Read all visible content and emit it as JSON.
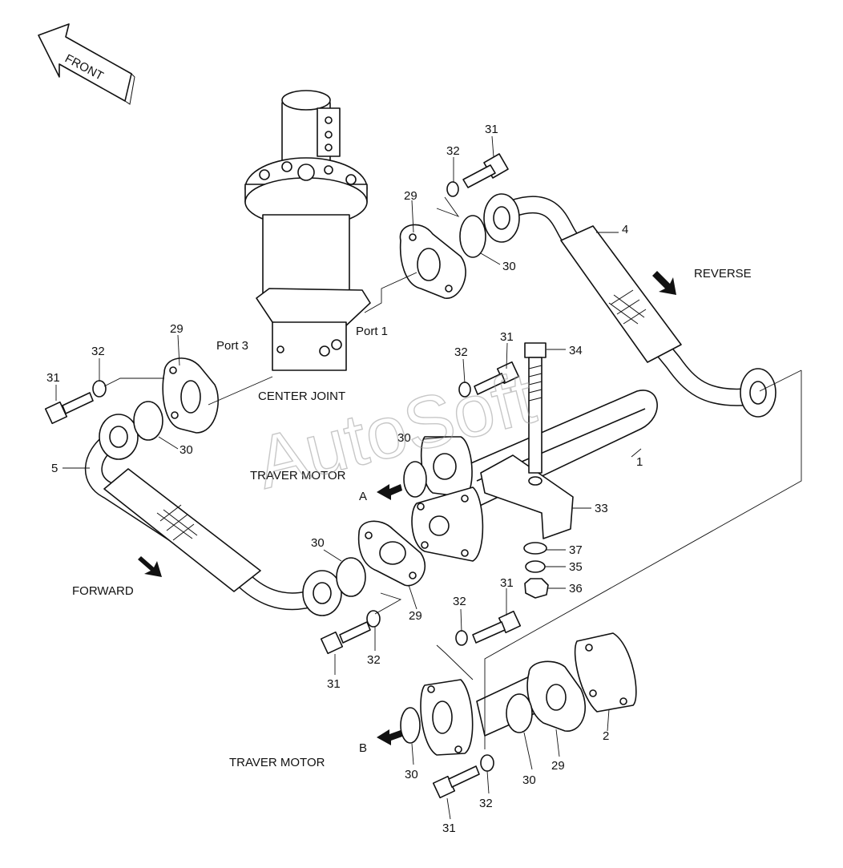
{
  "labels": {
    "front": "FRONT",
    "reverse": "REVERSE",
    "forward": "FORWARD",
    "center_joint": "CENTER JOINT",
    "port1": "Port 1",
    "port3": "Port 3",
    "traver_motor_a": "TRAVER MOTOR",
    "traver_motor_b": "TRAVER MOTOR",
    "a": "A",
    "b": "B"
  },
  "watermark": "AutoSoft",
  "callouts": {
    "c31a": "31",
    "c32a": "32",
    "c29a": "29",
    "c30a": "30",
    "c4": "4",
    "c29b": "29",
    "c32b": "32",
    "c31b": "31",
    "c30b": "30",
    "c5": "5",
    "c31c": "31",
    "c32c": "32",
    "c34": "34",
    "c30c": "30",
    "c1": "1",
    "c33": "33",
    "c37": "37",
    "c35": "35",
    "c36": "36",
    "c30d": "30",
    "c29c": "29",
    "c31d": "31",
    "c32d": "32",
    "c32e": "32",
    "c31e": "31",
    "c2": "2",
    "c29d": "29",
    "c30e": "30",
    "c30f": "30",
    "c32f": "32",
    "c31f": "31"
  },
  "colors": {
    "ink": "#111111",
    "paper": "#ffffff",
    "watermark": "#9a9a9a"
  }
}
